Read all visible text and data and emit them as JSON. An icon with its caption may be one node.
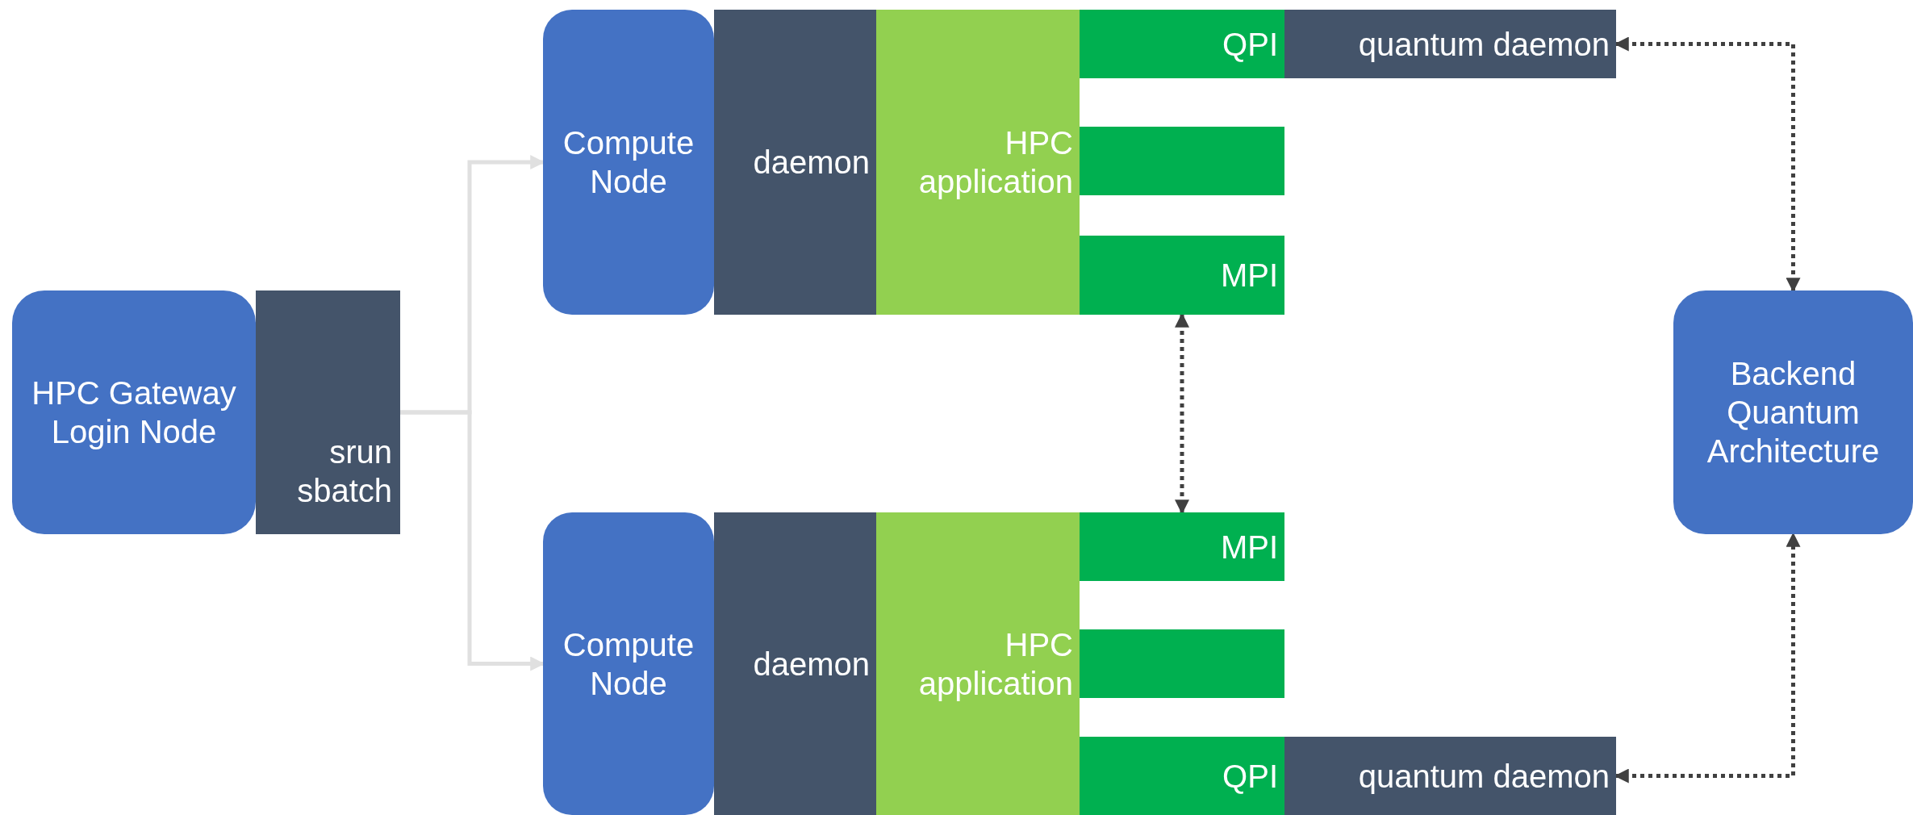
{
  "diagram": {
    "nodes": [
      {
        "text": [
          "HPC Gateway Login Node"
        ]
      },
      {
        "text": [
          "srun sbatch"
        ]
      },
      {
        "text": [
          "Compute Node"
        ]
      },
      {
        "text": [
          "daemon"
        ]
      },
      {
        "text": [
          "HPC application"
        ]
      },
      {
        "text": [
          "QPI"
        ]
      },
      {
        "text": [
          "quantum daemon"
        ]
      },
      {
        "text": [],
        "shape": "box"
      },
      {
        "text": [
          "MPI"
        ]
      },
      {
        "text": [
          "Compute Node"
        ]
      },
      {
        "text": [
          "daemon"
        ]
      },
      {
        "text": [
          "HPC application"
        ]
      },
      {
        "text": [
          "MPI"
        ]
      },
      {
        "text": [],
        "shape": "box"
      },
      {
        "text": [
          "QPI"
        ]
      },
      {
        "text": [
          "quantum daemon"
        ]
      },
      {
        "text": [
          "Backend Quantum Architecture"
        ]
      }
    ],
    "edges": [
      {
        "from": 1,
        "to": 2,
        "arrow": "to",
        "color": "#e0e0e0"
      },
      {
        "from": 1,
        "to": 9,
        "arrow": "to",
        "color": "#e0e0e0"
      },
      {
        "from": 8,
        "to": 12,
        "arrow": "both",
        "style": "dashed",
        "color": "#404040"
      },
      {
        "from": 6,
        "to": 16,
        "arrow": "both",
        "style": "dashed",
        "color": "#404040"
      },
      {
        "from": 15,
        "to": 16,
        "arrow": "both",
        "style": "dashed",
        "color": "#404040"
      }
    ]
  }
}
